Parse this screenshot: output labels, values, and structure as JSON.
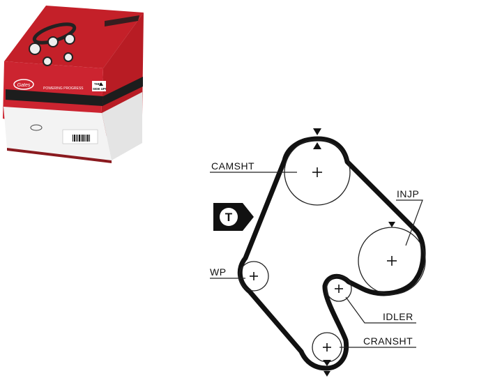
{
  "product_box": {
    "brand_logo": "Gates",
    "slogan": "POWERING PROGRESS",
    "orientation_label_line1": "THIS",
    "orientation_label_line2": "SIDE UP!",
    "colors": {
      "red": "#c8202a",
      "dark": "#1e1e1e",
      "white": "#ffffff"
    }
  },
  "diagram": {
    "pulleys": [
      {
        "id": "camsht",
        "label": "CAMSHT"
      },
      {
        "id": "injp",
        "label": "INJP"
      },
      {
        "id": "wp",
        "label": "WP"
      },
      {
        "id": "idler",
        "label": "IDLER"
      },
      {
        "id": "cransht",
        "label": "CRANSHT"
      }
    ],
    "tensioner_label": "T",
    "colors": {
      "belt": "#111111",
      "line": "#222222",
      "badge_bg": "#111111",
      "badge_fg": "#ffffff"
    }
  }
}
